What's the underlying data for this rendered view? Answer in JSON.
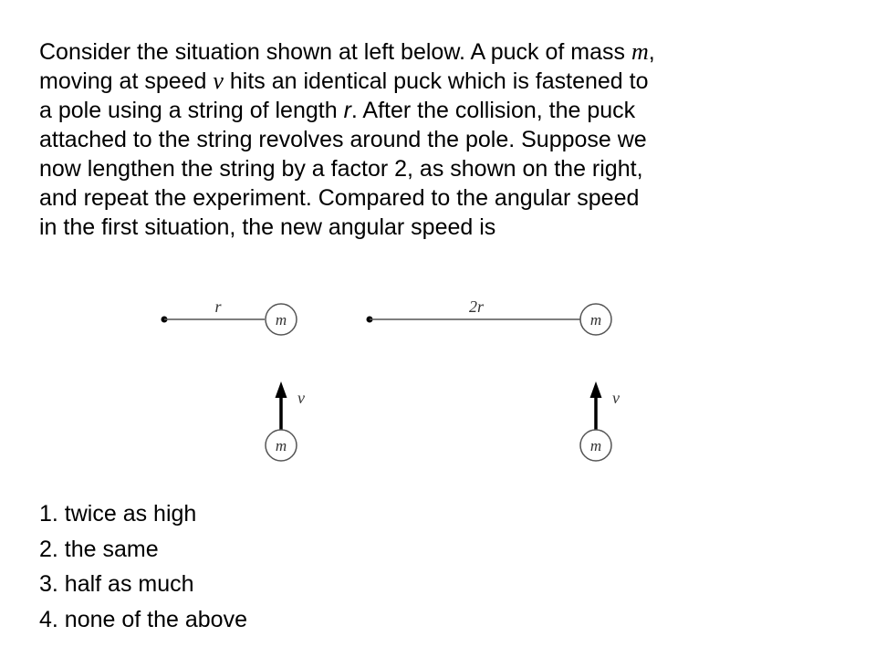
{
  "question": {
    "line1": {
      "t1": "Consider the situation shown at left below. A puck of mass ",
      "var": "m",
      "t2": ","
    },
    "line2": {
      "t1": "moving at speed ",
      "var": "v",
      "t2": " hits an identical puck which is fastened to"
    },
    "line3": {
      "t1": "a pole using a string of length ",
      "var": "r",
      "t2": ". After the collision, the puck"
    },
    "line4": "attached to the string revolves around the pole. Suppose we",
    "line5": "now lengthen the string by a factor 2, as shown on the right,",
    "line6": "and repeat the experiment.  Compared to the angular speed",
    "line7": "in the first situation, the new angular speed is"
  },
  "figure": {
    "left": {
      "string_label": "r",
      "puck_top_label": "m",
      "velocity_label": "v",
      "puck_bottom_label": "m"
    },
    "right": {
      "string_label": "2r",
      "puck_top_label": "m",
      "velocity_label": "v",
      "puck_bottom_label": "m"
    }
  },
  "options": [
    "1. twice as high",
    "2. the same",
    "3. half as much",
    "4. none of the above"
  ]
}
